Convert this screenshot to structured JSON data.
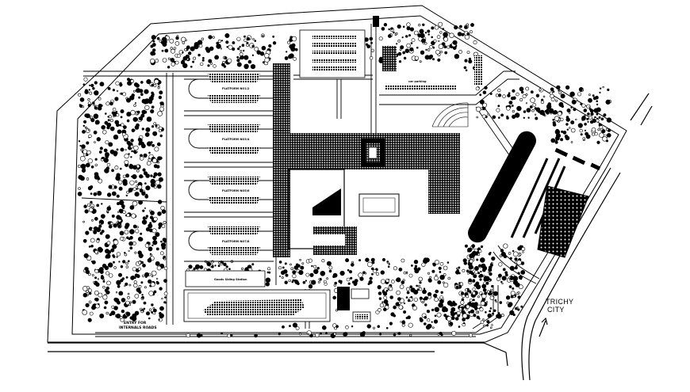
{
  "labels": {
    "platform_1": "PLATFORM NO1/2",
    "platform_2": "PLATFORM NO3/4",
    "platform_3": "PLATFORM NO5/6",
    "platform_4": "PLATFORM NO7/8",
    "goods_shed": "Goods Siding Station",
    "car_parking": "car parking",
    "entry_line1": "ENTRY FOR",
    "entry_line2": "INTERNALS ROADS",
    "destination_line1": "TRICHY",
    "destination_line2": "CITY"
  },
  "colors": {
    "ink": "#000000",
    "paper": "#ffffff"
  },
  "icons": {
    "destination_arrow": "north-arrow-icon"
  }
}
